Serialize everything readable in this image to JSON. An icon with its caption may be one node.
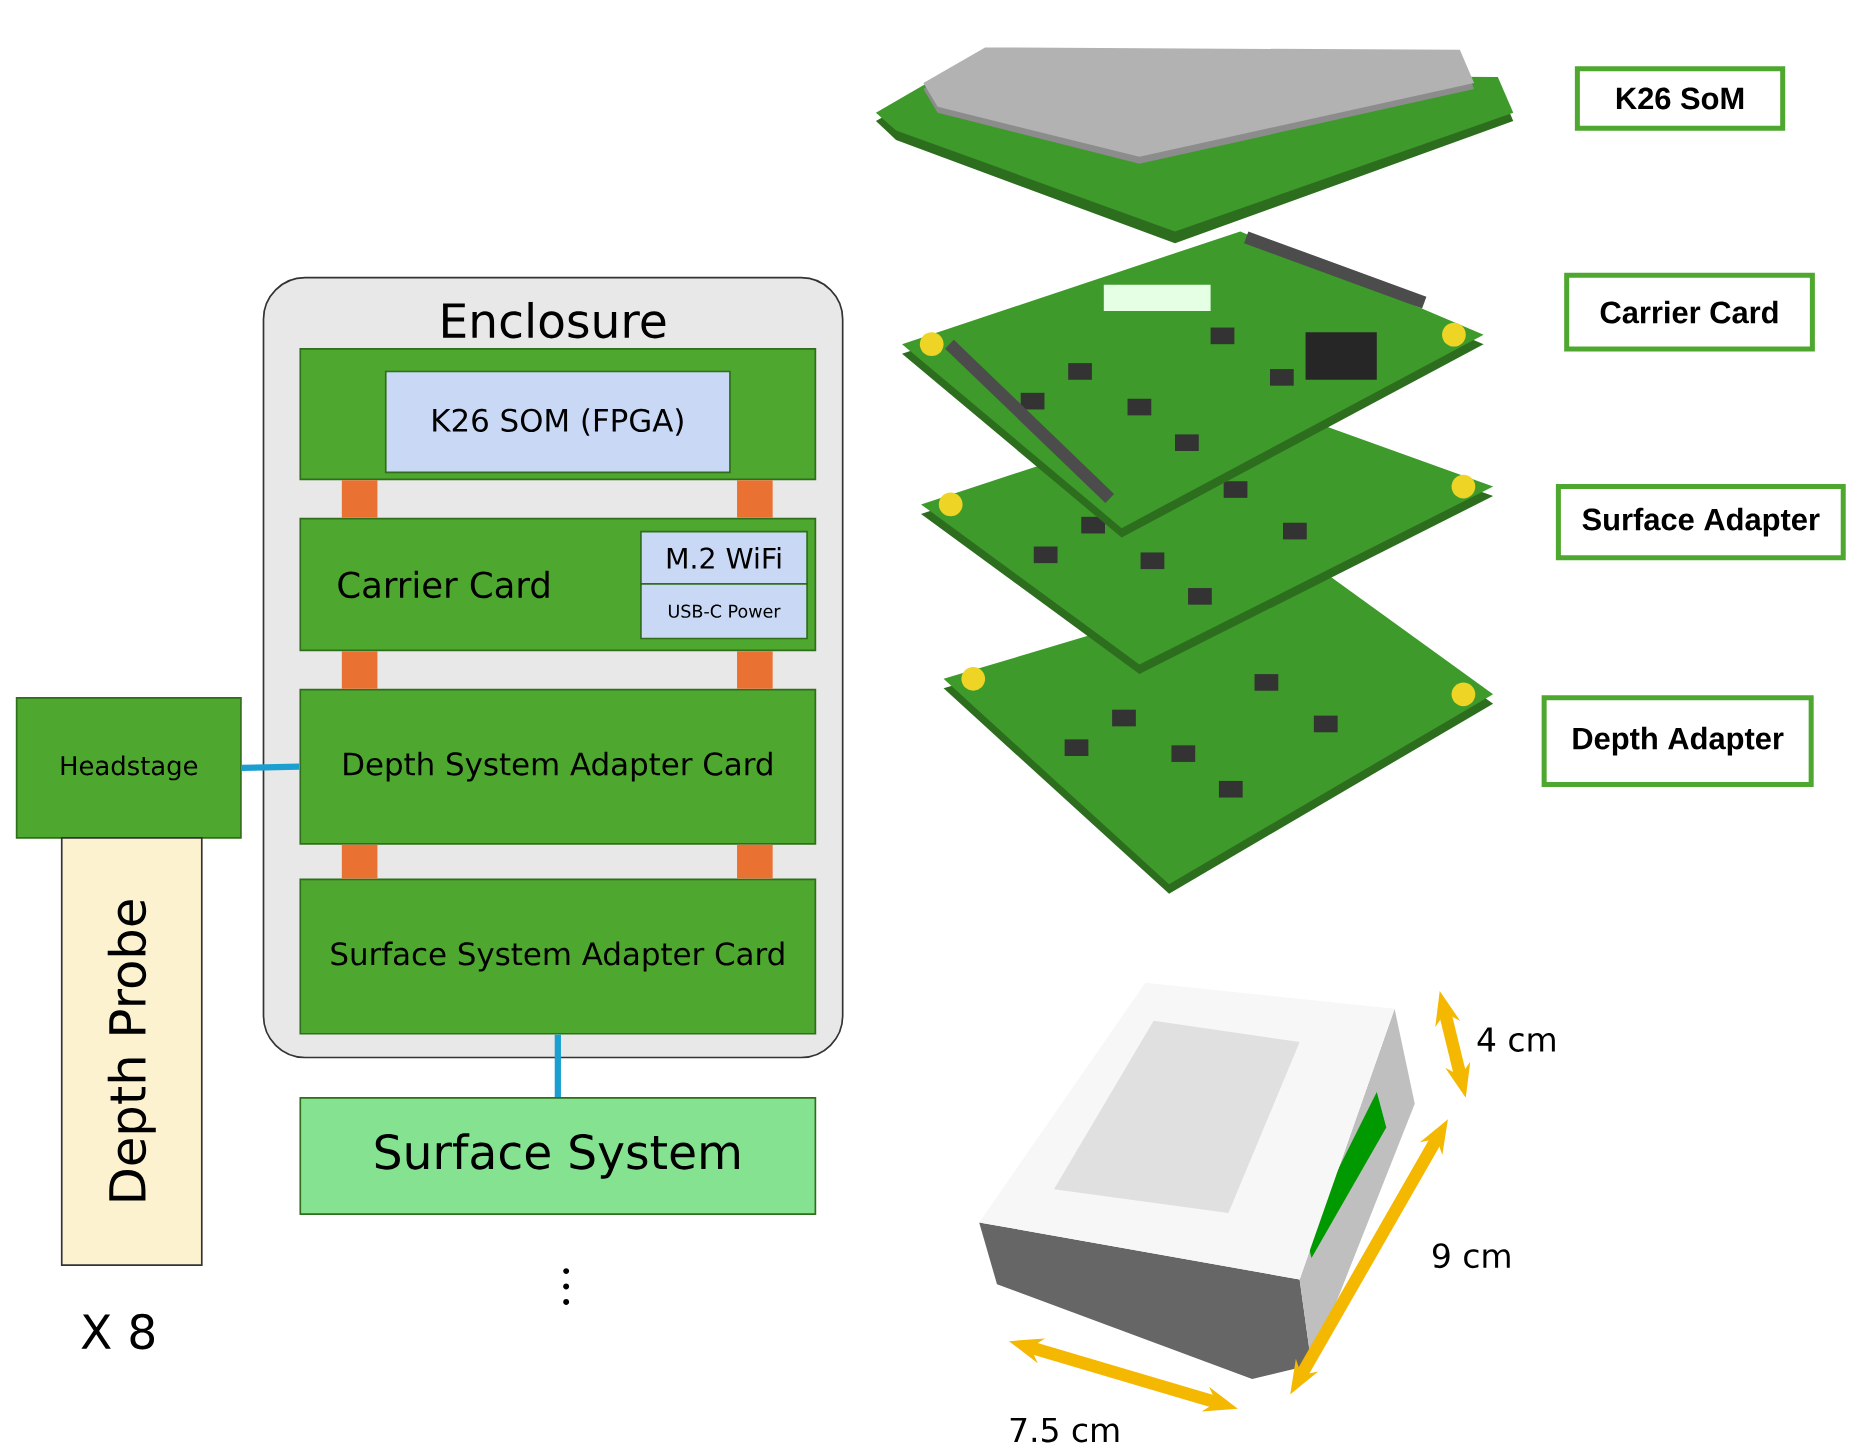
{
  "diagram": {
    "nodes": [
      {
        "text": [
          "Enclosure"
        ]
      },
      {
        "text": [],
        "shape": "box",
        "in": 0
      },
      {
        "text": [
          "K26 SOM (FPGA)"
        ],
        "in": 1
      },
      {
        "text": [
          "Carrier Card"
        ],
        "in": 0
      },
      {
        "text": [
          "M.2 WiFi"
        ],
        "in": 3
      },
      {
        "text": [
          "USB-C Power"
        ],
        "in": 3
      },
      {
        "text": [
          "Depth System Adapter Card"
        ],
        "in": 0
      },
      {
        "text": [
          "Surface System Adapter Card"
        ],
        "in": 0
      },
      {
        "text": [
          "Surface System"
        ]
      },
      {
        "text": [
          "Headstage"
        ]
      },
      {
        "text": [
          "Depth Probe"
        ]
      },
      {
        "text": [
          "K26 SoM"
        ]
      },
      {
        "text": [
          "Carrier Card"
        ]
      },
      {
        "text": [
          "Surface Adapter"
        ]
      },
      {
        "text": [
          "Depth Adapter"
        ]
      }
    ],
    "edges": [
      {
        "from": 1,
        "to": 3,
        "arrow": "none"
      },
      {
        "from": 1,
        "to": 3,
        "arrow": "none"
      },
      {
        "from": 3,
        "to": 6,
        "arrow": "none"
      },
      {
        "from": 3,
        "to": 6,
        "arrow": "none"
      },
      {
        "from": 6,
        "to": 7,
        "arrow": "none"
      },
      {
        "from": 6,
        "to": 7,
        "arrow": "none"
      },
      {
        "from": 9,
        "to": 6,
        "arrow": "none",
        "color": "#1a9fd0"
      },
      {
        "from": 7,
        "to": 8,
        "arrow": "none",
        "color": "#1a9fd0"
      }
    ],
    "labels": [
      "4 cm",
      "9 cm",
      "7.5 cm",
      "X 8"
    ]
  }
}
